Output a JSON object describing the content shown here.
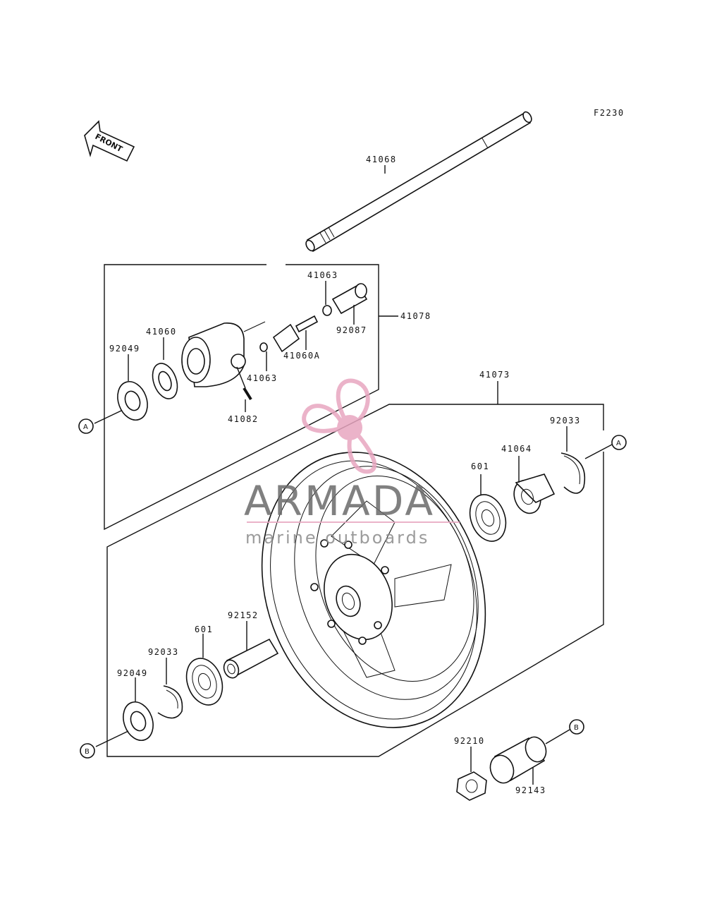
{
  "figure_code": "F2230",
  "front_label": "FRONT",
  "watermark": {
    "brand": "ARMADA",
    "tagline": "marine outboards",
    "logo_color": "#e8a6c0",
    "text_color": "#6b6b6b"
  },
  "callouts": {
    "A": "A",
    "B": "B"
  },
  "parts": {
    "axle": "41068",
    "gear_assembly": "41078",
    "gear_41063_top": "41063",
    "gear_41063_lower": "41063",
    "pinion_92087": "92087",
    "gear_41060": "41060",
    "gear_41060A": "41060A",
    "seal_92049_top": "92049",
    "pin_41082": "41082",
    "wheel_assembly": "41073",
    "snap_ring_92033_right": "92033",
    "collar_41064": "41064",
    "bearing_601_right": "601",
    "spacer_92152": "92152",
    "bearing_601_left": "601",
    "snap_ring_92033_left": "92033",
    "seal_92049_bottom": "92049",
    "nut_92210": "92210",
    "collar_92143": "92143"
  }
}
